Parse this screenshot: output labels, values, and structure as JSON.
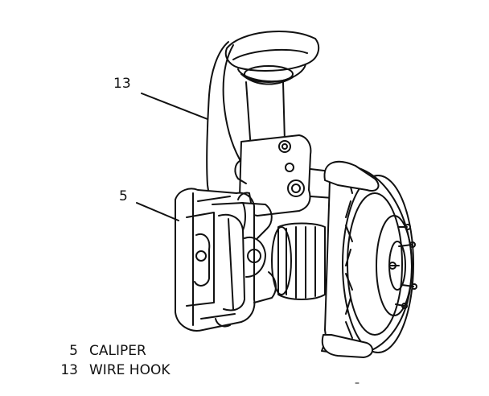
{
  "callouts": [
    {
      "number": "13"
    },
    {
      "number": "5"
    }
  ],
  "legend": [
    {
      "number": "5",
      "label": "CALIPER"
    },
    {
      "number": "13",
      "label": "WIRE HOOK"
    }
  ],
  "colors": {
    "line": "#111111",
    "background": "#ffffff"
  }
}
